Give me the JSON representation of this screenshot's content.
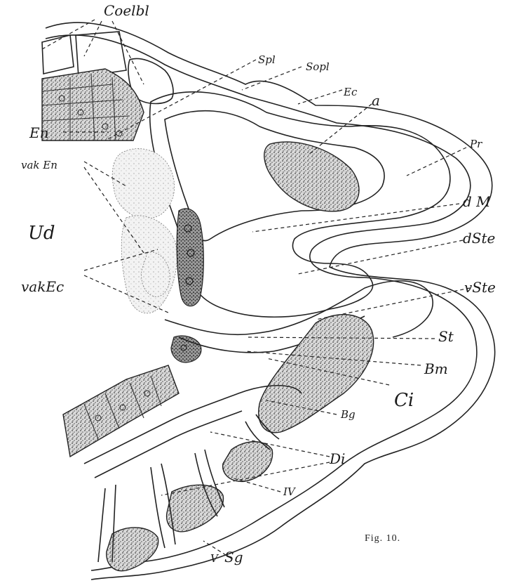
{
  "figure": {
    "caption": "Fig. 10.",
    "labels": {
      "coelbl": "Coelbl",
      "spl": "Spl",
      "sopl": "Sopl",
      "ec": "Ec",
      "a": "a",
      "pr": "Pr",
      "en": "En",
      "vak_en": "vak En",
      "ud": "Ud",
      "dm": "d M",
      "dste": "dSte",
      "vak_ec": "vakEc",
      "vste": "vSte",
      "st": "St",
      "bm": "Bm",
      "ci": "Ci",
      "bg": "Bg",
      "di": "Di",
      "iv": "IV",
      "v": "V",
      "sg": "Sg"
    }
  }
}
